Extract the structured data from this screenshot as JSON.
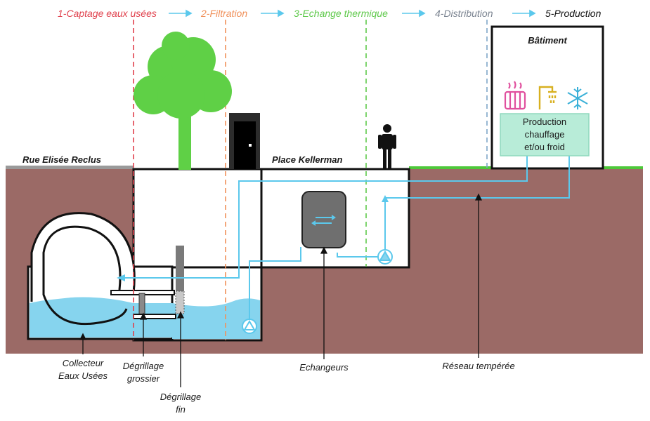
{
  "steps": [
    {
      "label": "1-Captage eaux usées",
      "color": "#e0404c"
    },
    {
      "label": "2-Filtration",
      "color": "#f0905a"
    },
    {
      "label": "3-Echange thermique",
      "color": "#5ec94a"
    },
    {
      "label": "4-Distribution",
      "color": "#7a8390"
    },
    {
      "label": "5-Production",
      "color": "#111111"
    }
  ],
  "places": {
    "street": "Rue Elisée Reclus",
    "square": "Place Kellerman",
    "building": "Bâtiment"
  },
  "production": {
    "line1": "Production",
    "line2": "chauffage",
    "line3": "et/ou froid"
  },
  "callouts": {
    "collector_line1": "Collecteur",
    "collector_line2": "Eaux Usées",
    "coarse_line1": "Dégrillage",
    "coarse_line2": "grossier",
    "fine_line1": "Dégrillage",
    "fine_line2": "fin",
    "exchangers": "Echangeurs",
    "network": "Réseau tempérée"
  },
  "colors": {
    "soil": "#9b6a66",
    "water": "#86d4ee",
    "pipe": "#5bc8ec",
    "grass": "#4ec83a",
    "tree": "#5fd046",
    "production_box": "#b8ecd8",
    "heating_icon": "#e0509e",
    "shower_icon": "#d8b020",
    "cold_icon": "#3ab0d8"
  },
  "icons": [
    "radiator-icon",
    "shower-icon",
    "snowflake-icon",
    "pump-icon",
    "heat-exchanger-icon",
    "person-icon",
    "tree-icon",
    "door-icon"
  ]
}
